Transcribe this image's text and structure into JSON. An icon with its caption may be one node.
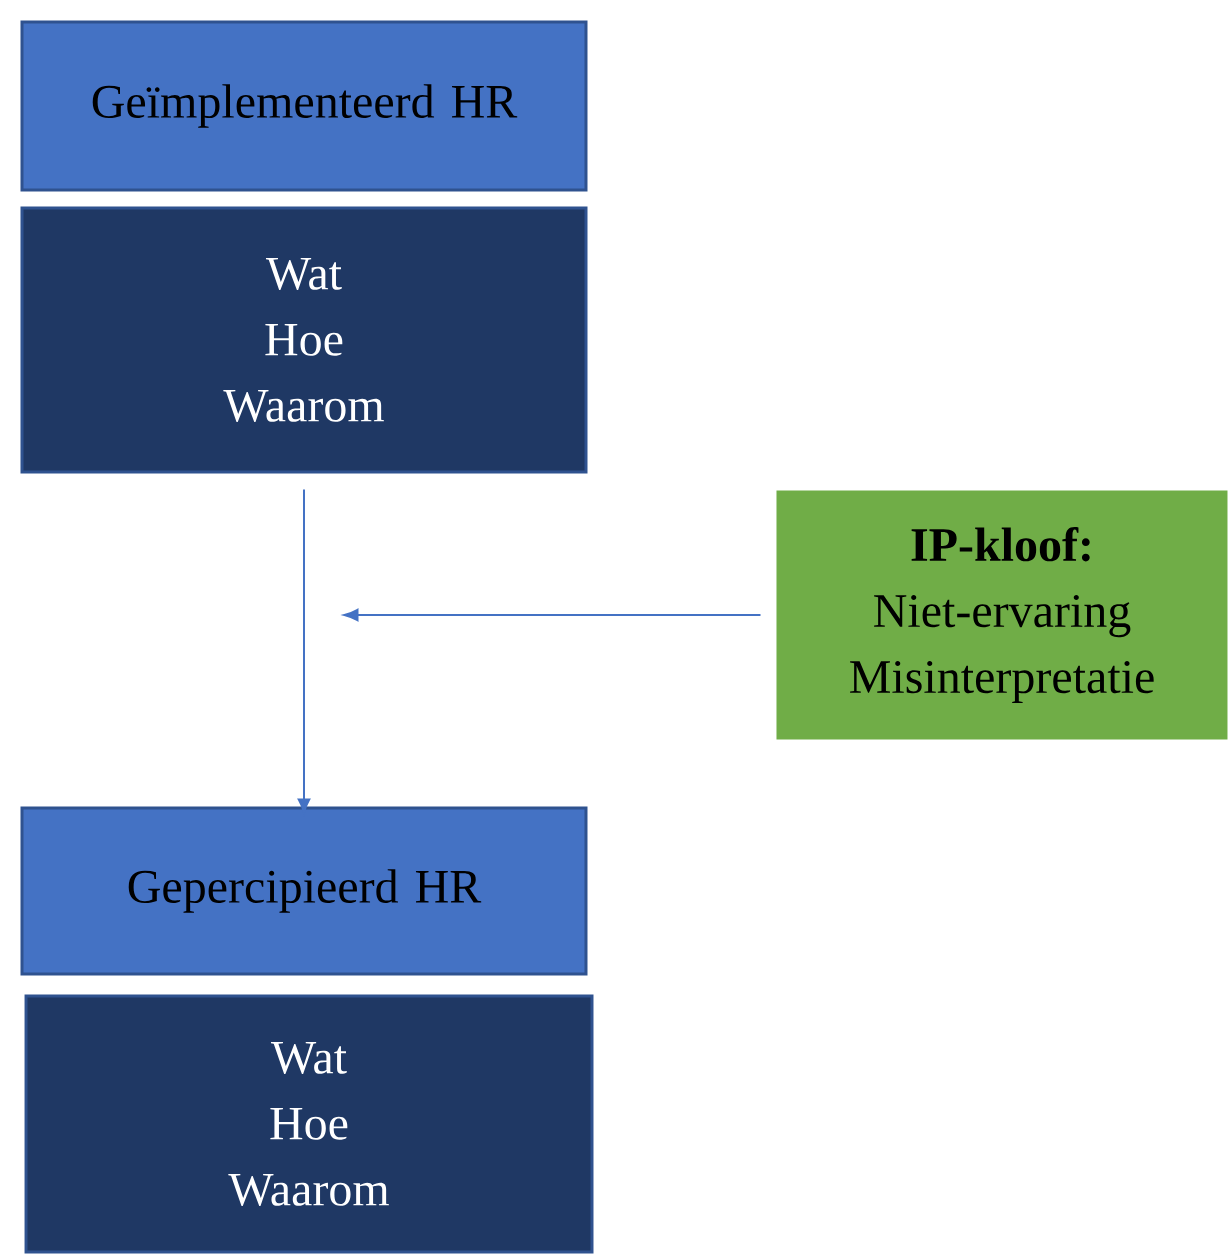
{
  "diagram": {
    "nodes": [
      {
        "text": [
          "Geïmplementeerd HR"
        ]
      },
      {
        "text": [
          "Wat",
          "Hoe",
          "Waarom"
        ]
      },
      {
        "text": [
          "IP-kloof:",
          "Niet-ervaring",
          "Misinterpretatie"
        ]
      },
      {
        "text": [
          "Gepercipieerd HR"
        ]
      },
      {
        "text": [
          "Wat",
          "Hoe",
          "Waarom"
        ]
      }
    ],
    "edges": [
      {
        "from": 1,
        "to": 3,
        "arrow": "to"
      },
      {
        "from": 2,
        "to": null,
        "arrow": "to"
      }
    ]
  }
}
